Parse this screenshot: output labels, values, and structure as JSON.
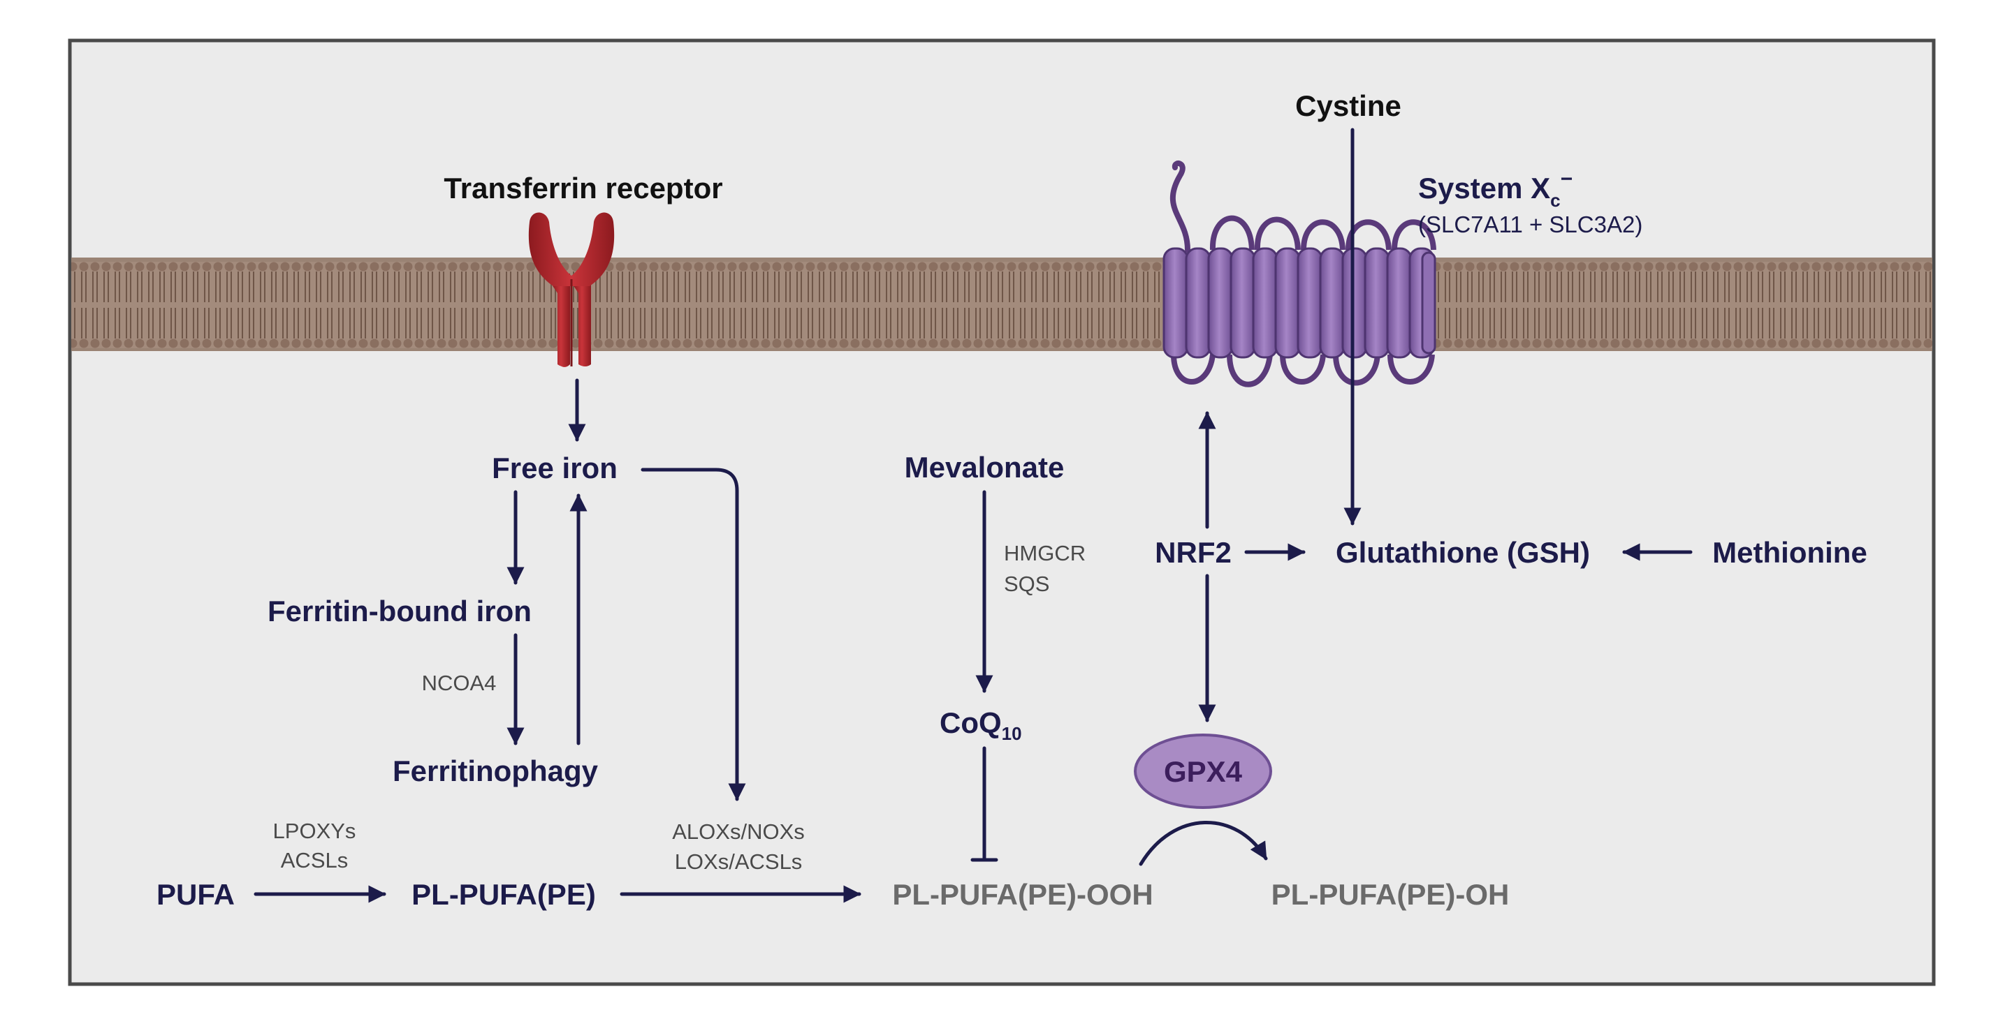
{
  "colors": {
    "panel_bg": "#ebebeb",
    "panel_border": "#4a4a4a",
    "membrane": "#8c7466",
    "arrow": "#1c1b4a",
    "receptor": "#b3262c",
    "transporter": "#8a6aae",
    "gpx4_fill": "#a98bc4",
    "text_dark": "#1c1b4a",
    "text_gray": "#6a6a6a"
  },
  "membrane_proteins": {
    "transferrin_receptor": {
      "label": "Transferrin receptor",
      "icon": "y-shaped-receptor-icon"
    },
    "system_xc": {
      "label_main": "System X",
      "label_sub": "c",
      "label_sup": "−",
      "components": "(SLC7A11 + SLC3A2)",
      "icon": "multipass-transporter-icon"
    }
  },
  "nodes": {
    "cystine": "Cystine",
    "free_iron": "Free iron",
    "ferritin_bound_iron": "Ferritin-bound iron",
    "ferritinophagy": "Ferritinophagy",
    "mevalonate": "Mevalonate",
    "coq10_main": "CoQ",
    "coq10_sub": "10",
    "nrf2": "NRF2",
    "glutathione": "Glutathione (GSH)",
    "methionine": "Methionine",
    "gpx4": "GPX4",
    "pufa": "PUFA",
    "pl_pufa": "PL-PUFA(PE)",
    "pl_pufa_ooh": "PL-PUFA(PE)-OOH",
    "pl_pufa_oh": "PL-PUFA(PE)-OH"
  },
  "enzymes": {
    "ncoa4": "NCOA4",
    "hmgcr": "HMGCR",
    "sqs": "SQS",
    "lpoxys": "LPOXYs",
    "acsls_1": "ACSLs",
    "aloxs_noxs": "ALOXs/NOXs",
    "loxs_acsls": "LOXs/ACSLs"
  }
}
